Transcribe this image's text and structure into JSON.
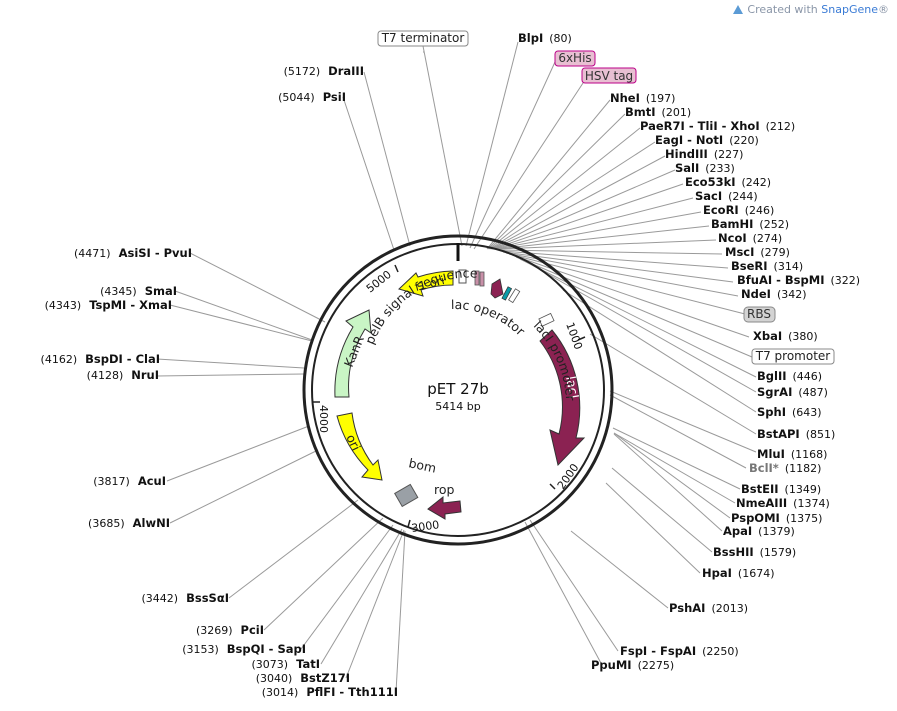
{
  "credit": {
    "prefix": "Created with ",
    "brand": "SnapGene",
    "suffix": "®"
  },
  "plasmid": {
    "name": "pET 27b",
    "size_label": "5414 bp",
    "length": 5414
  },
  "ticks": [
    "1000",
    "2000",
    "3000",
    "4000",
    "5000"
  ],
  "features": [
    {
      "name": "T7 terminator",
      "kind": "box-label"
    },
    {
      "name": "6xHis",
      "kind": "pink-label",
      "color": "#e8bfd2"
    },
    {
      "name": "HSV tag",
      "kind": "pink-label",
      "color": "#e8bfd2"
    },
    {
      "name": "RBS",
      "kind": "grey-label",
      "color": "#d3d3d3"
    },
    {
      "name": "T7 promoter",
      "kind": "box-label"
    },
    {
      "name": "pelB signal sequence",
      "kind": "arc-label"
    },
    {
      "name": "lac operator",
      "kind": "arc-label"
    },
    {
      "name": "lacI promoter",
      "kind": "arc-label"
    },
    {
      "name": "lacI",
      "kind": "arrow",
      "color": "#8b2252"
    },
    {
      "name": "rop",
      "kind": "arrow",
      "color": "#8b2252"
    },
    {
      "name": "bom",
      "kind": "box",
      "color": "#9aa0a6"
    },
    {
      "name": "ori",
      "kind": "arrow",
      "color": "#ffff00"
    },
    {
      "name": "KanR",
      "kind": "arrow",
      "color": "#c9f5c5"
    },
    {
      "name": "f1 ori",
      "kind": "arrow",
      "color": "#ffff00"
    }
  ],
  "sites_right": [
    {
      "name": "BlpI",
      "pos": "(80)"
    },
    {
      "name": "NheI",
      "pos": "(197)"
    },
    {
      "name": "BmtI",
      "pos": "(201)"
    },
    {
      "name": "PaeR7I - TliI - XhoI",
      "pos": "(212)"
    },
    {
      "name": "EagI - NotI",
      "pos": "(220)"
    },
    {
      "name": "HindIII",
      "pos": "(227)"
    },
    {
      "name": "SalI",
      "pos": "(233)"
    },
    {
      "name": "Eco53kI",
      "pos": "(242)"
    },
    {
      "name": "SacI",
      "pos": "(244)"
    },
    {
      "name": "EcoRI",
      "pos": "(246)"
    },
    {
      "name": "BamHI",
      "pos": "(252)"
    },
    {
      "name": "NcoI",
      "pos": "(274)"
    },
    {
      "name": "MscI",
      "pos": "(279)"
    },
    {
      "name": "BseRI",
      "pos": "(314)"
    },
    {
      "name": "BfuAI - BspMI",
      "pos": "(322)"
    },
    {
      "name": "NdeI",
      "pos": "(342)"
    },
    {
      "name": "XbaI",
      "pos": "(380)"
    },
    {
      "name": "BglII",
      "pos": "(446)"
    },
    {
      "name": "SgrAI",
      "pos": "(487)"
    },
    {
      "name": "SphI",
      "pos": "(643)"
    },
    {
      "name": "BstAPI",
      "pos": "(851)"
    },
    {
      "name": "MluI",
      "pos": "(1168)"
    },
    {
      "name": "BclI*",
      "pos": "(1182)",
      "dim": true
    },
    {
      "name": "BstEII",
      "pos": "(1349)"
    },
    {
      "name": "NmeAIII",
      "pos": "(1374)"
    },
    {
      "name": "PspOMI",
      "pos": "(1375)"
    },
    {
      "name": "ApaI",
      "pos": "(1379)"
    },
    {
      "name": "BssHII",
      "pos": "(1579)"
    },
    {
      "name": "HpaI",
      "pos": "(1674)"
    },
    {
      "name": "PshAI",
      "pos": "(2013)"
    },
    {
      "name": "FspI - FspAI",
      "pos": "(2250)"
    },
    {
      "name": "PpuMI",
      "pos": "(2275)"
    }
  ],
  "sites_left": [
    {
      "name": "DraIII",
      "pos": "(5172)"
    },
    {
      "name": "PsiI",
      "pos": "(5044)"
    },
    {
      "name": "AsiSI - PvuI",
      "pos": "(4471)"
    },
    {
      "name": "SmaI",
      "pos": "(4345)"
    },
    {
      "name": "TspMI - XmaI",
      "pos": "(4343)"
    },
    {
      "name": "BspDI - ClaI",
      "pos": "(4162)"
    },
    {
      "name": "NruI",
      "pos": "(4128)"
    },
    {
      "name": "AcuI",
      "pos": "(3817)"
    },
    {
      "name": "AlwNI",
      "pos": "(3685)"
    },
    {
      "name": "BssSαI",
      "pos": "(3442)"
    },
    {
      "name": "PciI",
      "pos": "(3269)"
    },
    {
      "name": "BspQI - SapI",
      "pos": "(3153)"
    },
    {
      "name": "TatI",
      "pos": "(3073)"
    },
    {
      "name": "BstZ17I",
      "pos": "(3040)"
    },
    {
      "name": "PflFI - Tth111I",
      "pos": "(3014)"
    }
  ]
}
